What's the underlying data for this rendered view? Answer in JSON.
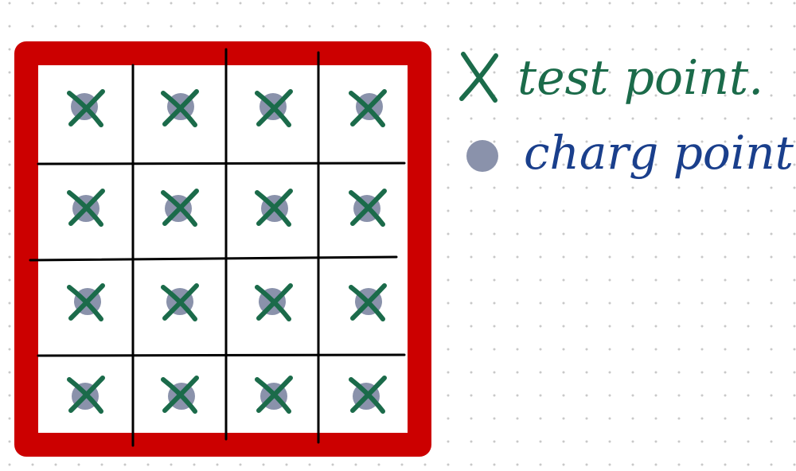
{
  "colors": {
    "border": "#cc0000",
    "grid_line": "#000000",
    "test_point": "#1b6b4a",
    "charge_point": "#8a92ab",
    "legend_charge_text": "#1a3f8c",
    "dot_grid": "#c8c8c8"
  },
  "grid": {
    "rows": 4,
    "cols": 4
  },
  "legend": {
    "test_point_label": "test point.",
    "charge_point_label": "charg point."
  },
  "icons": {
    "test_point": "x-cross-icon",
    "charge_point": "filled-circle-icon"
  }
}
